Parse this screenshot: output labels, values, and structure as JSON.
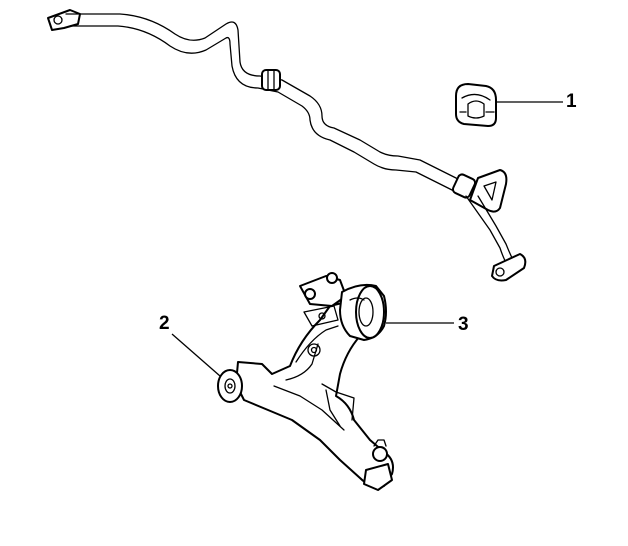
{
  "callouts": [
    {
      "id": "1",
      "part": "stabilizer-bar-bushing"
    },
    {
      "id": "2",
      "part": "control-arm-front-bushing"
    },
    {
      "id": "3",
      "part": "control-arm-rear-bushing"
    }
  ],
  "line_color": "#000000",
  "background": "#ffffff"
}
